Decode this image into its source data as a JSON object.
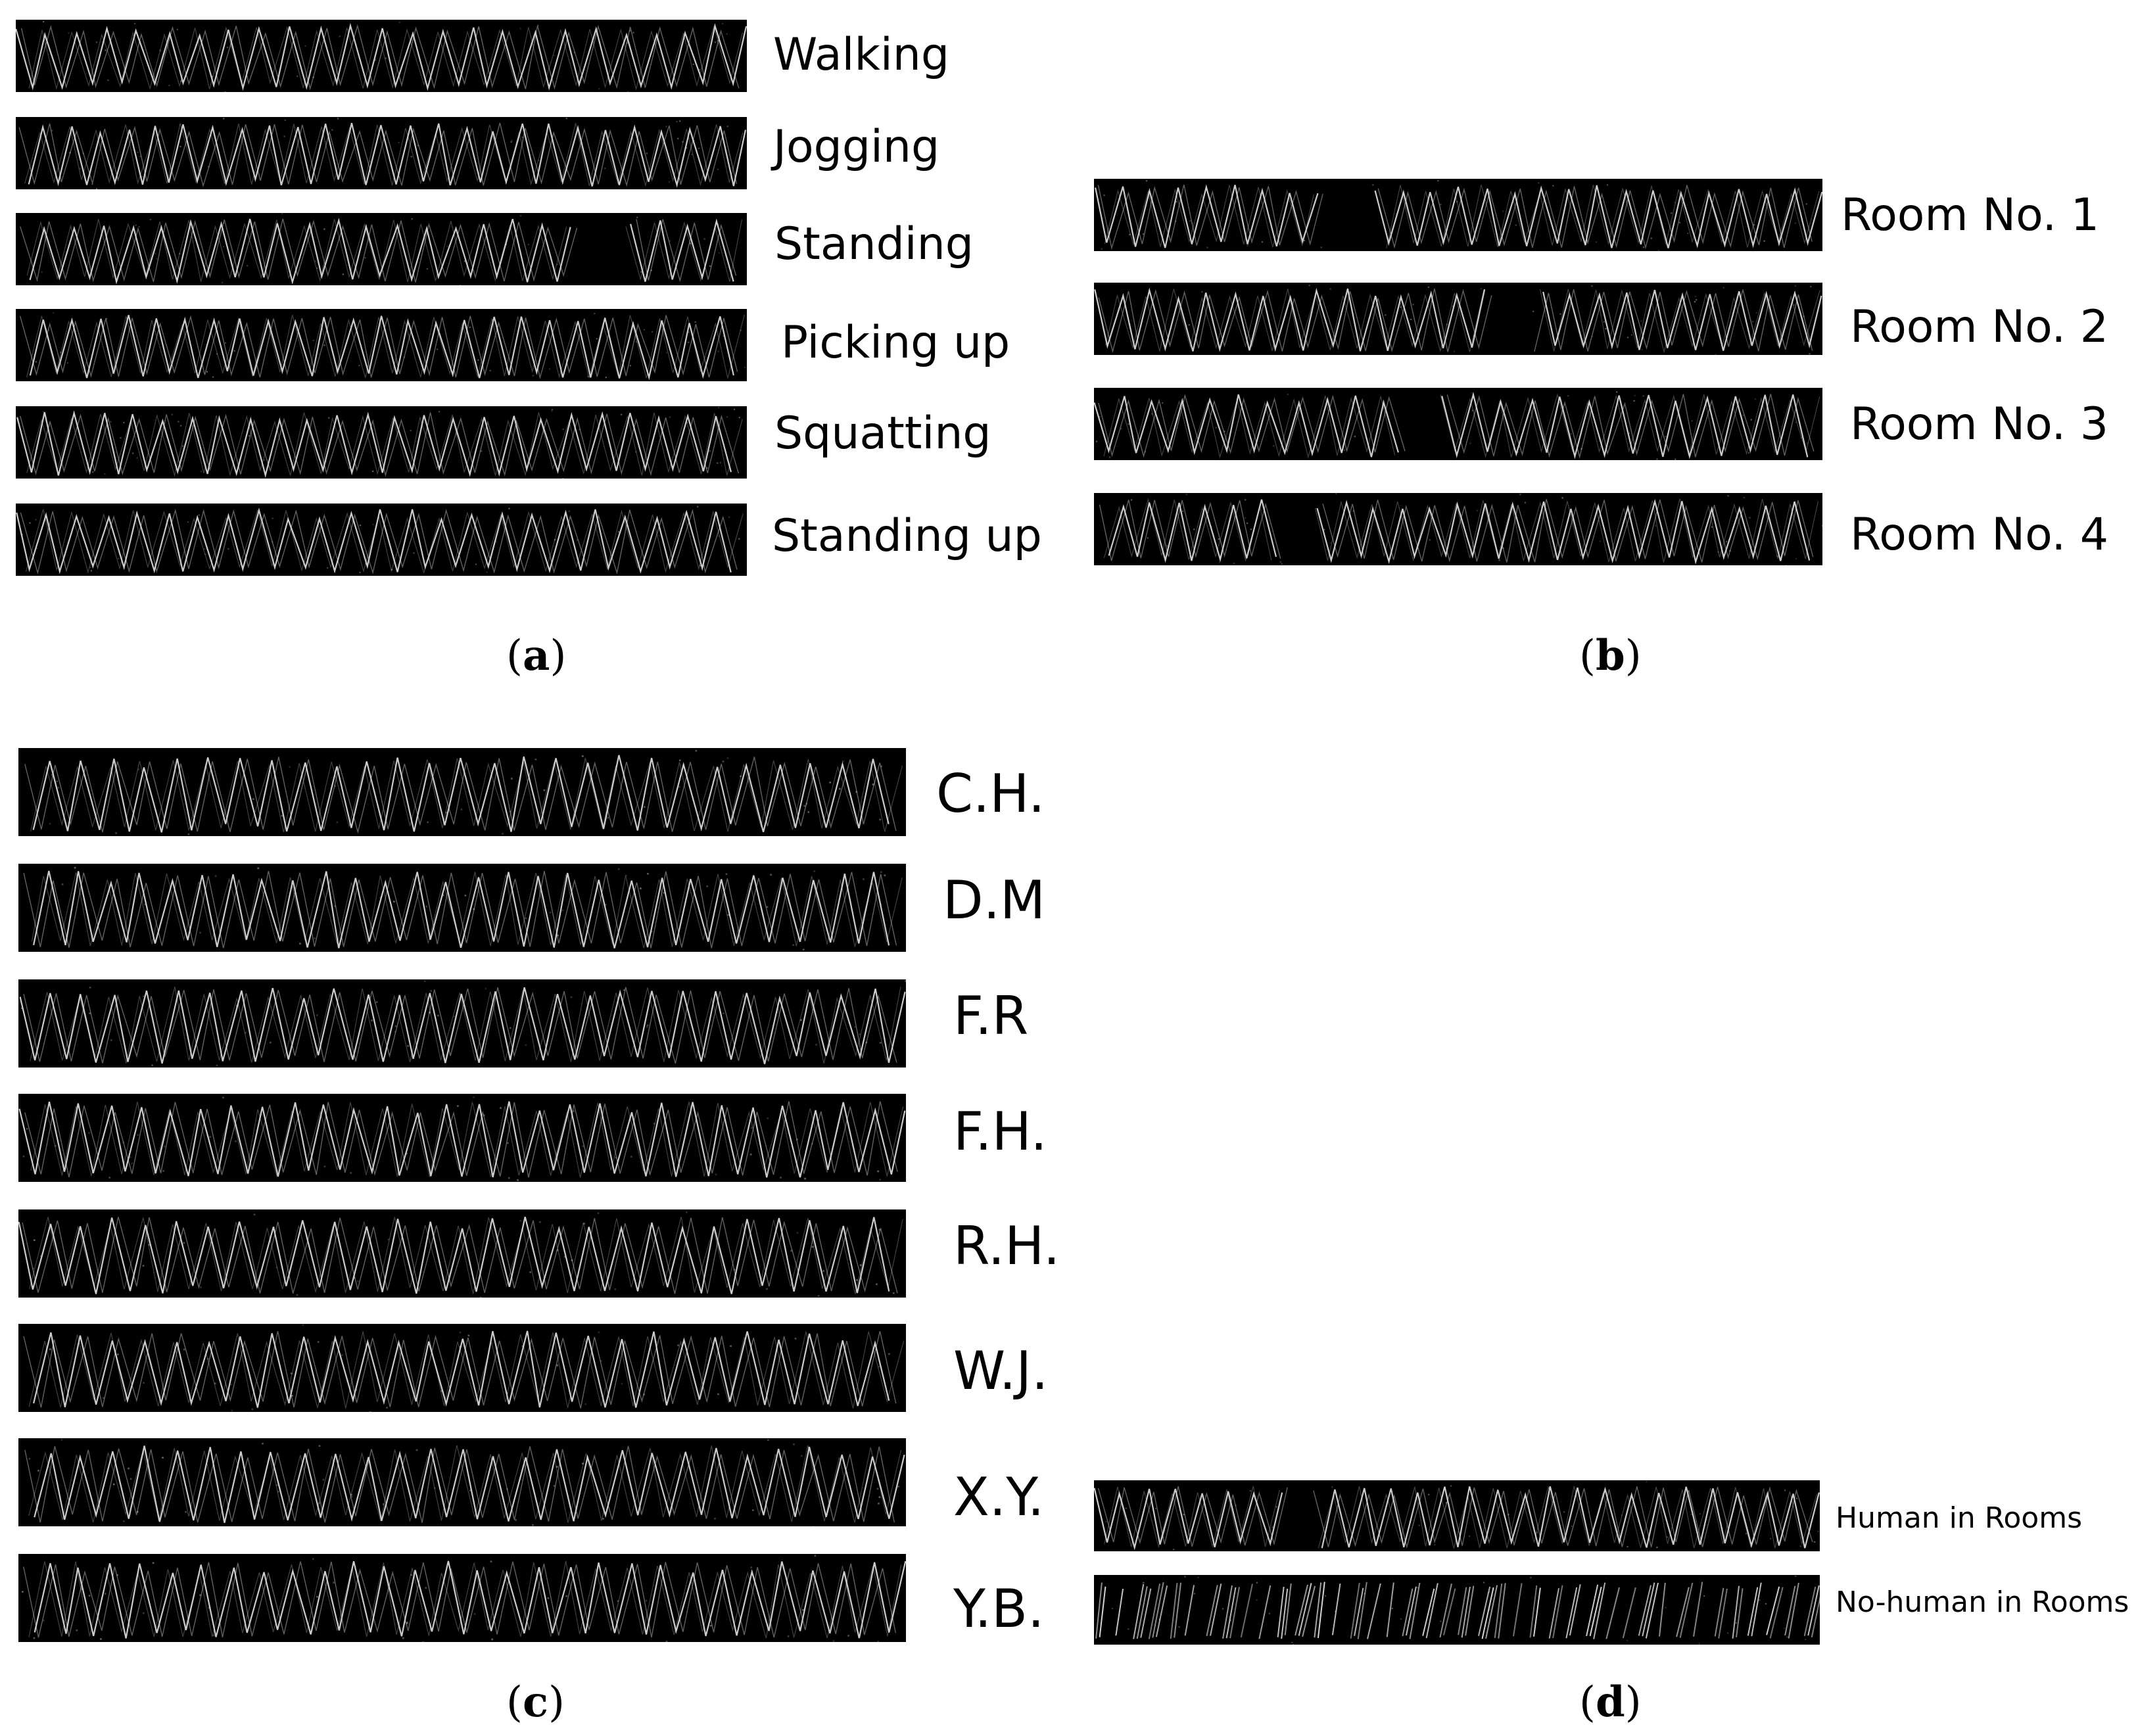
{
  "panels": {
    "a": {
      "caption_open": "(",
      "caption_letter": "a",
      "caption_close": ")",
      "labels": [
        "Walking",
        "Jogging",
        "Standing",
        "Picking up",
        "Squatting",
        "Standing up"
      ]
    },
    "b": {
      "caption_open": "(",
      "caption_letter": "b",
      "caption_close": ")",
      "labels": [
        "Room No. 1",
        "Room No. 2",
        "Room No. 3",
        "Room No. 4"
      ]
    },
    "c": {
      "caption_open": "(",
      "caption_letter": "c",
      "caption_close": ")",
      "labels": [
        "C.H.",
        "D.M",
        "F.R",
        "F.H.",
        "R.H.",
        "W.J.",
        "X.Y.",
        "Y.B."
      ]
    },
    "d": {
      "caption_open": "(",
      "caption_letter": "d",
      "caption_close": ")",
      "labels": [
        "Human in Rooms",
        "No-human in Rooms"
      ]
    }
  },
  "colors": {
    "strip_background": "#000000",
    "signal": "#d8d8d8"
  }
}
